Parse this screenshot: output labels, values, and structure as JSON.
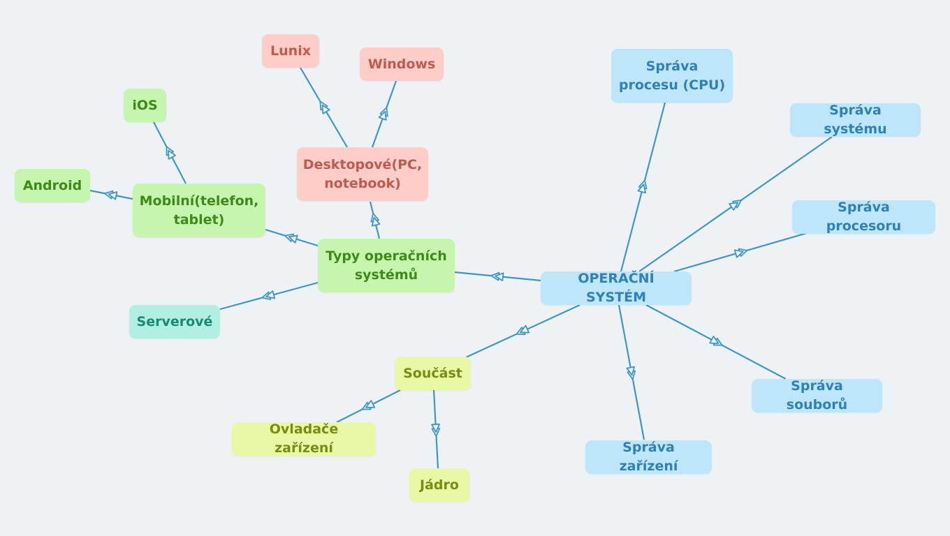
{
  "colors": {
    "edge": "#3c97c9",
    "background": "#eff2f5",
    "blue_fill": "#bde6fb",
    "blue_text": "#2f7fb8",
    "green_fill": "#c6f6ad",
    "green_text": "#3d8a1a",
    "red_fill": "#ffcdc8",
    "red_text": "#bf5a4f",
    "teal_fill": "#b2efe3",
    "teal_text": "#178a73",
    "yellow_fill": "#e8f8a4",
    "yellow_text": "#7a8a12"
  },
  "nodes": {
    "root": "OPERAČNÍ SYSTÉM",
    "sprava_procesu": "Správa procesu (CPU)",
    "sprava_systemu": "Správa systému",
    "sprava_procesoru": "Správa procesoru",
    "sprava_souboru": "Správa souborů",
    "sprava_zarizeni": "Správa zařízení",
    "typy": "Typy operačních systémů",
    "soucast": "Součást",
    "ovladace": "Ovladače zařízení",
    "jadro": "Jádro",
    "serverove": "Serverové",
    "mobilni": "Mobilní(telefon, tablet)",
    "android": "Android",
    "ios": "iOS",
    "desktopove": "Desktopové(PC, notebook)",
    "lunix": "Lunix",
    "windows": "Windows"
  },
  "edges": [
    {
      "from": "root",
      "to": "typy"
    },
    {
      "from": "root",
      "to": "sprava_procesu"
    },
    {
      "from": "root",
      "to": "sprava_systemu"
    },
    {
      "from": "root",
      "to": "sprava_procesoru"
    },
    {
      "from": "root",
      "to": "sprava_souboru"
    },
    {
      "from": "root",
      "to": "sprava_zarizeni"
    },
    {
      "from": "root",
      "to": "soucast"
    },
    {
      "from": "soucast",
      "to": "ovladace"
    },
    {
      "from": "soucast",
      "to": "jadro"
    },
    {
      "from": "typy",
      "to": "serverove"
    },
    {
      "from": "typy",
      "to": "mobilni"
    },
    {
      "from": "typy",
      "to": "desktopove"
    },
    {
      "from": "mobilni",
      "to": "android"
    },
    {
      "from": "mobilni",
      "to": "ios"
    },
    {
      "from": "desktopove",
      "to": "lunix"
    },
    {
      "from": "desktopove",
      "to": "windows"
    }
  ]
}
